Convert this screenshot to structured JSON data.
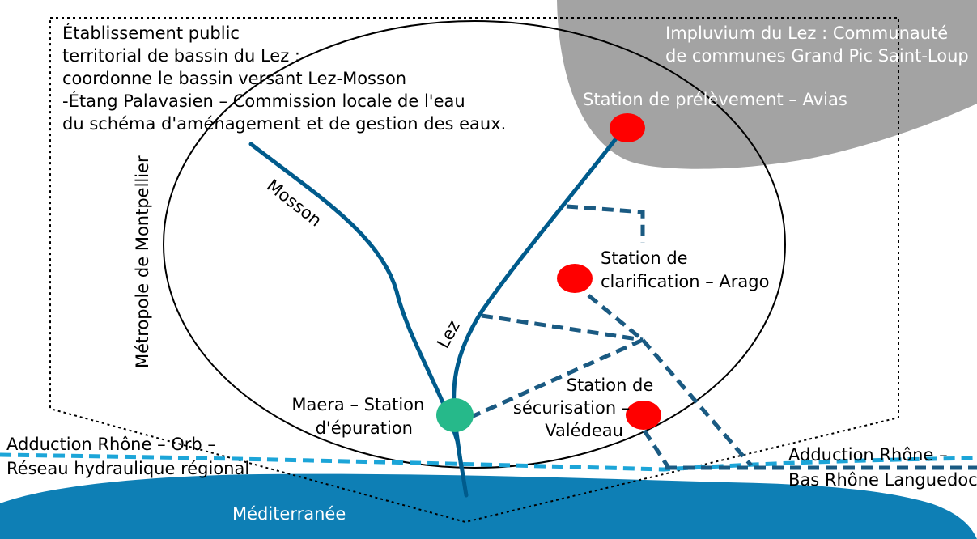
{
  "diagram": {
    "epage": {
      "lines": [
        "Établissement public",
        "territorial de bassin du Lez :",
        "coordonne le bassin versant Lez-Mosson",
        "-Étang Palavasien – Commission locale de l'eau",
        "du schéma d'aménagement et de gestion des eaux."
      ]
    },
    "impluvium": {
      "lines": [
        "Impluvium du Lez : Communauté",
        "de communes Grand Pic Saint-Loup"
      ]
    },
    "metropole_label": "Métropole de Montpellier",
    "rivers": {
      "mosson": "Mosson",
      "lez": "Lez"
    },
    "stations": {
      "avias": "Station de prélèvement – Avias",
      "arago": [
        "Station de",
        "clarification – Arago"
      ],
      "valedeau": [
        "Station de",
        "sécurisation –",
        "Valédeau"
      ],
      "maera": [
        "Maera – Station",
        "d'épuration"
      ]
    },
    "adductions": {
      "orb": [
        "Adduction Rhône – Orb –",
        "Réseau hydraulique régional"
      ],
      "languedoc": [
        "Adduction Rhône –",
        "Bas Rhône Languedoc"
      ]
    },
    "sea_label": "Méditerranée",
    "colors": {
      "river": "#005b8c",
      "pipe": "#1a5a82",
      "adduction_orb": "#1ca5d8",
      "sea": "#0e7fb5",
      "impluvium": "#a3a3a3",
      "station_red": "#ff0000",
      "station_green": "#26b98a"
    }
  }
}
